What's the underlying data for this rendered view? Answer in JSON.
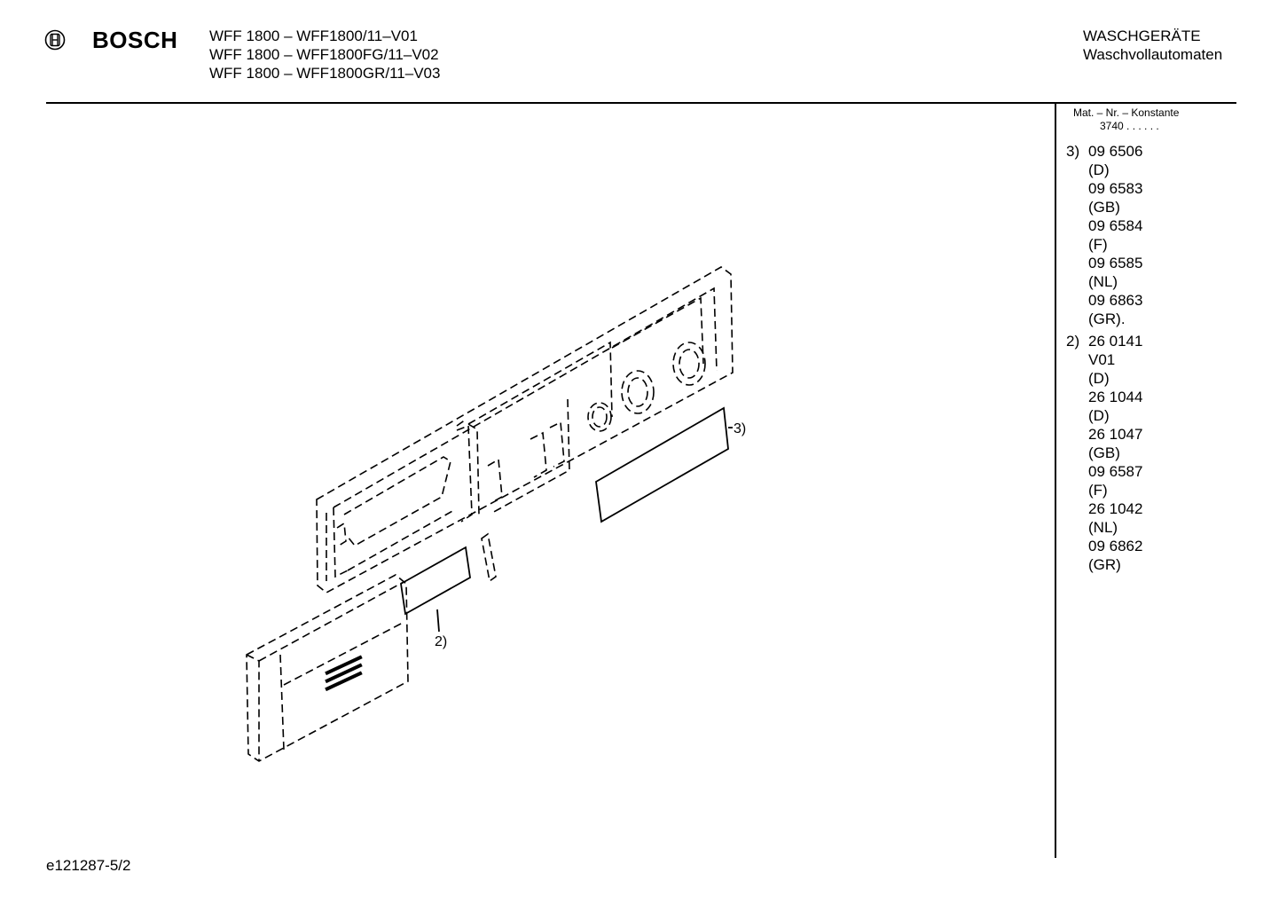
{
  "header": {
    "brand": "BOSCH",
    "models": [
      "WFF 1800 – WFF1800/11–V01",
      "WFF 1800 – WFF1800FG/11–V02",
      "WFF 1800 – WFF1800GR/11–V03"
    ],
    "category_line1": "WASCHGERÄTE",
    "category_line2": "Waschvollautomaten"
  },
  "matnr": {
    "label": "Mat. – Nr. – Konstante",
    "constant": "3740 . .   . . . ."
  },
  "parts_list": [
    {
      "num": "3)",
      "lines": [
        "09 6506",
        "(D)",
        "09 6583",
        "(GB)",
        "09 6584",
        "(F)",
        "09 6585",
        "(NL)",
        "09 6863",
        "(GR)."
      ]
    },
    {
      "num": "2)",
      "lines": [
        "26 0141",
        "V01",
        "(D)",
        "26 1044",
        "(D)",
        "26 1047",
        "(GB)",
        "09 6587",
        "(F)",
        "26 1042",
        "(NL)",
        "09 6862",
        "(GR)"
      ]
    }
  ],
  "callouts": {
    "part3": "3)",
    "part2": "2)"
  },
  "footer": {
    "doc_id": "e121287-5/2"
  }
}
